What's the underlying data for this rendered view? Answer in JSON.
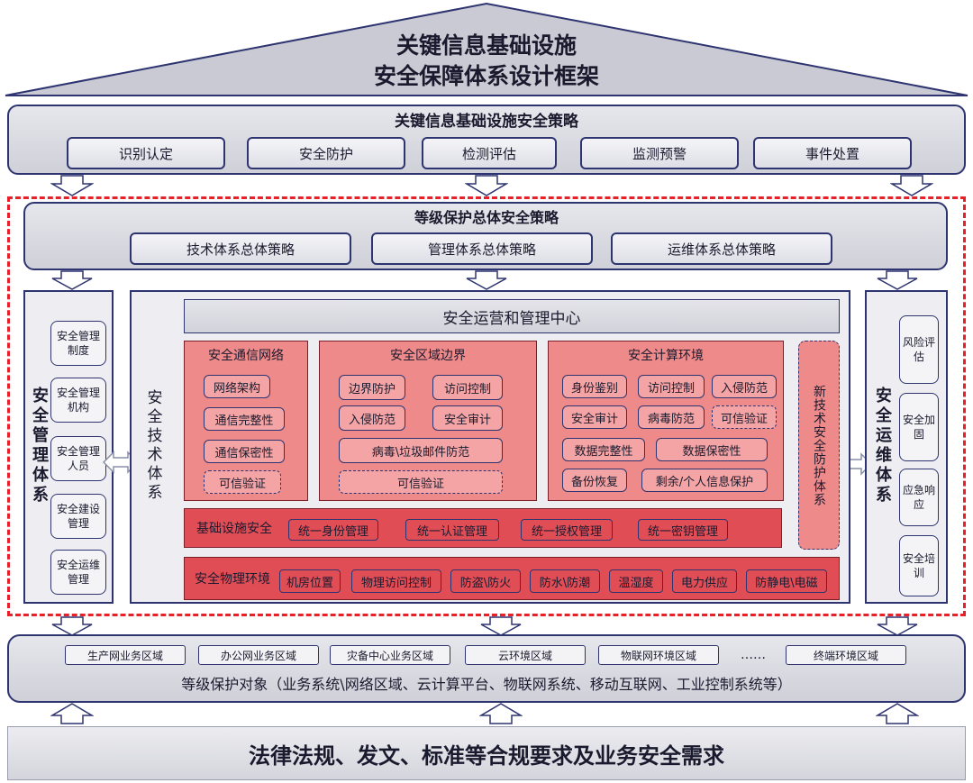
{
  "roof": {
    "line1": "关键信息基础设施",
    "line2": "安全保障体系设计框架"
  },
  "strategy": {
    "title": "关键信息基础设施安全策略",
    "items": [
      "识别认定",
      "安全防护",
      "检测评估",
      "监测预警",
      "事件处置"
    ]
  },
  "level_policy": {
    "title": "等级保护总体安全策略",
    "items": [
      "技术体系总体策略",
      "管理体系总体策略",
      "运维体系总体策略"
    ]
  },
  "mgmt": {
    "title": "安全管理体系",
    "items": [
      "安全管理制度",
      "安全管理机构",
      "安全管理人员",
      "安全建设管理",
      "安全运维管理"
    ]
  },
  "tech": {
    "title": "安全技术体系"
  },
  "ops_center": "安全运营和管理中心",
  "comm": {
    "title": "安全通信网络",
    "items": [
      "网络架构",
      "通信完整性",
      "通信保密性",
      "可信验证"
    ]
  },
  "boundary": {
    "title": "安全区域边界",
    "items": [
      "边界防护",
      "访问控制",
      "入侵防范",
      "安全审计",
      "病毒\\垃圾邮件防范",
      "可信验证"
    ]
  },
  "compute": {
    "title": "安全计算环境",
    "items": [
      "身份鉴别",
      "访问控制",
      "入侵防范",
      "安全审计",
      "病毒防范",
      "可信验证",
      "数据完整性",
      "数据保密性",
      "备份恢复",
      "剩余/个人信息保护"
    ]
  },
  "newtech": "新技术安全防护体系",
  "infra": {
    "title": "基础设施安全",
    "items": [
      "统一身份管理",
      "统一认证管理",
      "统一授权管理",
      "统一密钥管理"
    ]
  },
  "physical": {
    "title": "安全物理环境",
    "items": [
      "机房位置",
      "物理访问控制",
      "防盗\\防火",
      "防水\\防潮",
      "温湿度",
      "电力供应",
      "防静电\\电磁"
    ]
  },
  "opsys": {
    "title": "安全运维体系",
    "items": [
      "风险评估",
      "安全加固",
      "应急响应",
      "安全培训"
    ]
  },
  "objects": {
    "zones": [
      "生产网业务区域",
      "办公网业务区域",
      "灾备中心业务区域",
      "云环境区域",
      "物联网环境区域",
      "终端环境区域"
    ],
    "ellipsis": "……",
    "caption": "等级保护对象（业务系统\\网络区域、云计算平台、物联网系统、移动互联网、工业控制系统等）"
  },
  "foundation": "法律法规、发文、标准等合规要求及业务安全需求",
  "colors": {
    "navy": "#2e3470",
    "red_dash": "#e8202a",
    "pink": "#ef8a8a",
    "red": "#e14d55"
  }
}
